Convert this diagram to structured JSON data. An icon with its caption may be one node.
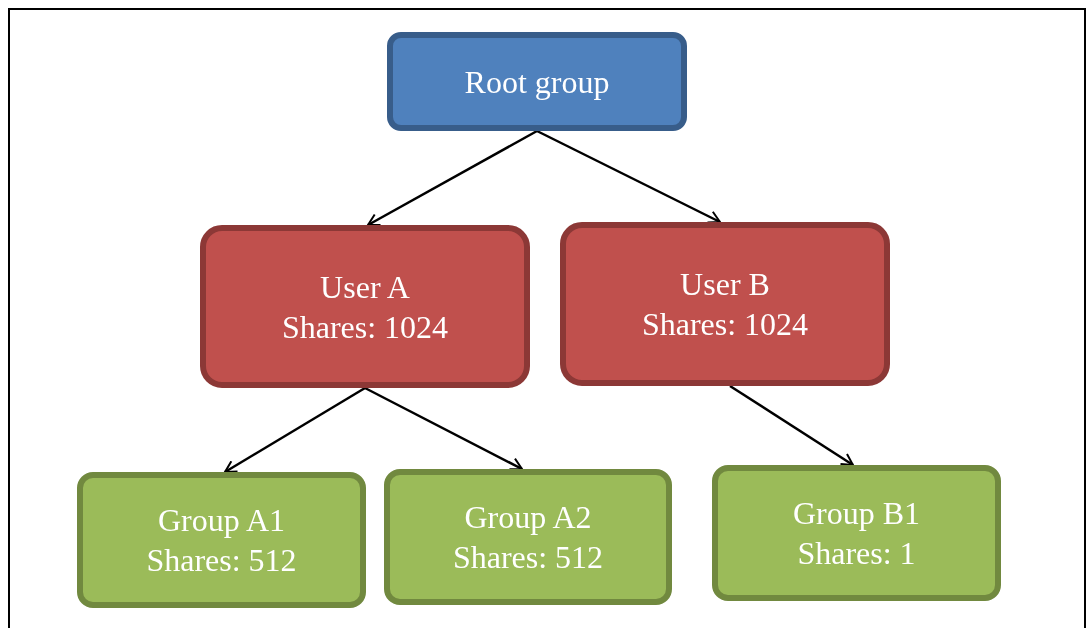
{
  "diagram": {
    "nodes": [
      {
        "text": [
          "Root group"
        ]
      },
      {
        "text": [
          "User A",
          "Shares: 1024"
        ]
      },
      {
        "text": [
          "User B",
          "Shares: 1024"
        ]
      },
      {
        "text": [
          "Group A1",
          "Shares: 512"
        ]
      },
      {
        "text": [
          "Group A2",
          "Shares: 512"
        ]
      },
      {
        "text": [
          "Group B1",
          "Shares: 1"
        ]
      }
    ],
    "edges": [
      {
        "from": 0,
        "to": 1,
        "arrow": "to"
      },
      {
        "from": 0,
        "to": 2,
        "arrow": "to"
      },
      {
        "from": 1,
        "to": 3,
        "arrow": "to"
      },
      {
        "from": 1,
        "to": 4,
        "arrow": "to"
      },
      {
        "from": 2,
        "to": 5,
        "arrow": "to"
      }
    ]
  }
}
